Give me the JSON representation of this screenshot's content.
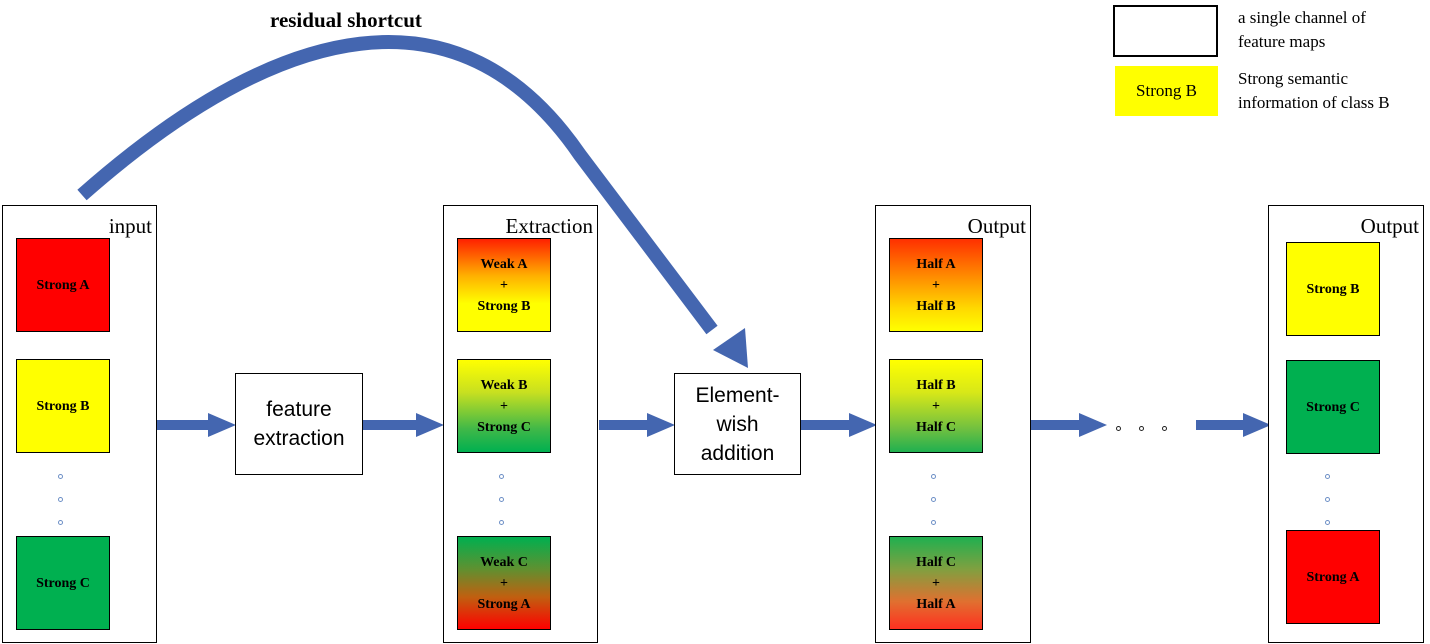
{
  "residual_label": "residual shortcut",
  "panels": {
    "input": {
      "title": "input",
      "maps": [
        "Strong A",
        "Strong B",
        "Strong C"
      ]
    },
    "extraction": {
      "title": "Extraction",
      "maps": [
        [
          "Weak A",
          "+",
          "Strong B"
        ],
        [
          "Weak B",
          "+",
          "Strong C"
        ],
        [
          "Weak C",
          "+",
          "Strong A"
        ]
      ]
    },
    "output1": {
      "title": "Output",
      "maps": [
        [
          "Half A",
          "+",
          "Half B"
        ],
        [
          "Half B",
          "+",
          "Half C"
        ],
        [
          "Half C",
          "+",
          "Half A"
        ]
      ]
    },
    "output2": {
      "title": "Output",
      "maps": [
        "Strong B",
        "Strong C",
        "Strong A"
      ]
    }
  },
  "boxes": {
    "feature_extraction": [
      "feature",
      "extraction"
    ],
    "element_wise_addition": [
      "Element-",
      "wish",
      "addition"
    ]
  },
  "legend": {
    "channel_text": [
      "a single channel of",
      "feature maps"
    ],
    "strong_label": "Strong B",
    "strong_text": [
      "Strong semantic",
      "information of class B"
    ]
  },
  "colors": {
    "red": "#ff0000",
    "yellow": "#ffff00",
    "green": "#00b050",
    "arrow": "#4466b0",
    "dots": "#6d8fc6"
  }
}
